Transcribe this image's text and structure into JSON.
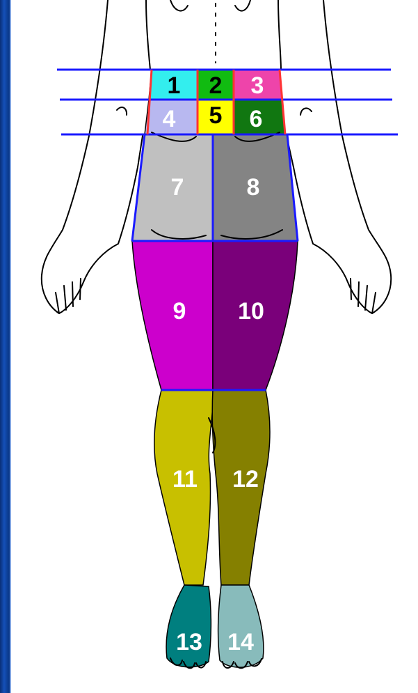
{
  "regions": [
    {
      "id": "1",
      "color": "#33eeee",
      "text_color": "#000000"
    },
    {
      "id": "2",
      "color": "#11bb11",
      "text_color": "#000000"
    },
    {
      "id": "3",
      "color": "#ee44aa",
      "text_color": "#ffffff"
    },
    {
      "id": "4",
      "color": "#b8b8f0",
      "text_color": "#ffffff"
    },
    {
      "id": "5",
      "color": "#ffff00",
      "text_color": "#000000"
    },
    {
      "id": "6",
      "color": "#117711",
      "text_color": "#ffffff"
    },
    {
      "id": "7",
      "color": "#c0c0c0",
      "text_color": "#ffffff"
    },
    {
      "id": "8",
      "color": "#848484",
      "text_color": "#ffffff"
    },
    {
      "id": "9",
      "color": "#cc00cc",
      "text_color": "#ffffff"
    },
    {
      "id": "10",
      "color": "#7a007a",
      "text_color": "#ffffff"
    },
    {
      "id": "11",
      "color": "#c8c000",
      "text_color": "#ffffff"
    },
    {
      "id": "12",
      "color": "#858000",
      "text_color": "#ffffff"
    },
    {
      "id": "13",
      "color": "#007f7f",
      "text_color": "#ffffff"
    },
    {
      "id": "14",
      "color": "#88bbbb",
      "text_color": "#ffffff"
    }
  ],
  "line_colors": {
    "blue": "#1a1aff",
    "red": "#ff3333",
    "outline": "#000000"
  }
}
